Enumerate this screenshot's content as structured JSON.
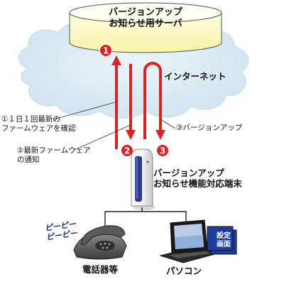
{
  "server": {
    "title_line1": "バージョンアップ",
    "title_line2": "お知らせ用サーバ"
  },
  "cloud": {
    "label": "インターネット"
  },
  "steps": {
    "step1_line1": "①１日１回最新の",
    "step1_line2": "ファームウェアを確認",
    "step2_line1": "②最新ファームウェア",
    "step2_line2": "の通知",
    "step3": "③バージョンアップ"
  },
  "badges": {
    "one": "1",
    "two": "2",
    "three": "3"
  },
  "terminal": {
    "line1": "バージョンアップ",
    "line2": "お知らせ機能対応端末"
  },
  "phone": {
    "beep_line1": "ピーピー",
    "beep_line2": "ピーピー",
    "label": "電話器等"
  },
  "pc": {
    "label": "パソコン",
    "settings_line1": "設定",
    "settings_line2": "画面"
  },
  "colors": {
    "server_fill": "#fdfbc8",
    "cloud_fill": "#dcecf6",
    "arrow_red": "#e02020",
    "badge_red": "#e02020",
    "device_blue": "#2a3b8f",
    "screen_blue": "#1e3c9c"
  }
}
